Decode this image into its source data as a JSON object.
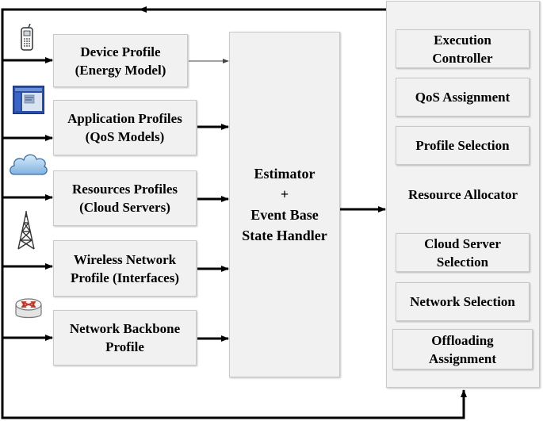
{
  "profiles": {
    "device": "Device Profile\n(Energy Model)",
    "application": "Application Profiles\n(QoS Models)",
    "resources": "Resources Profiles\n(Cloud Servers)",
    "wireless": "Wireless Network\nProfile (Interfaces)",
    "backbone": "Network Backbone\nProfile"
  },
  "estimator": "Estimator\n+\nEvent Base\nState Handler",
  "allocator": {
    "title": "Resource Allocator",
    "execution": "Execution\nController",
    "qos": "QoS Assignment",
    "profile_selection": "Profile Selection",
    "cloud": "Cloud Server\nSelection",
    "network": "Network Selection",
    "offloading": "Offloading\nAssignment"
  },
  "icons": [
    "mobile-phone-icon",
    "application-window-icon",
    "cloud-icon",
    "antenna-tower-icon",
    "router-icon"
  ]
}
